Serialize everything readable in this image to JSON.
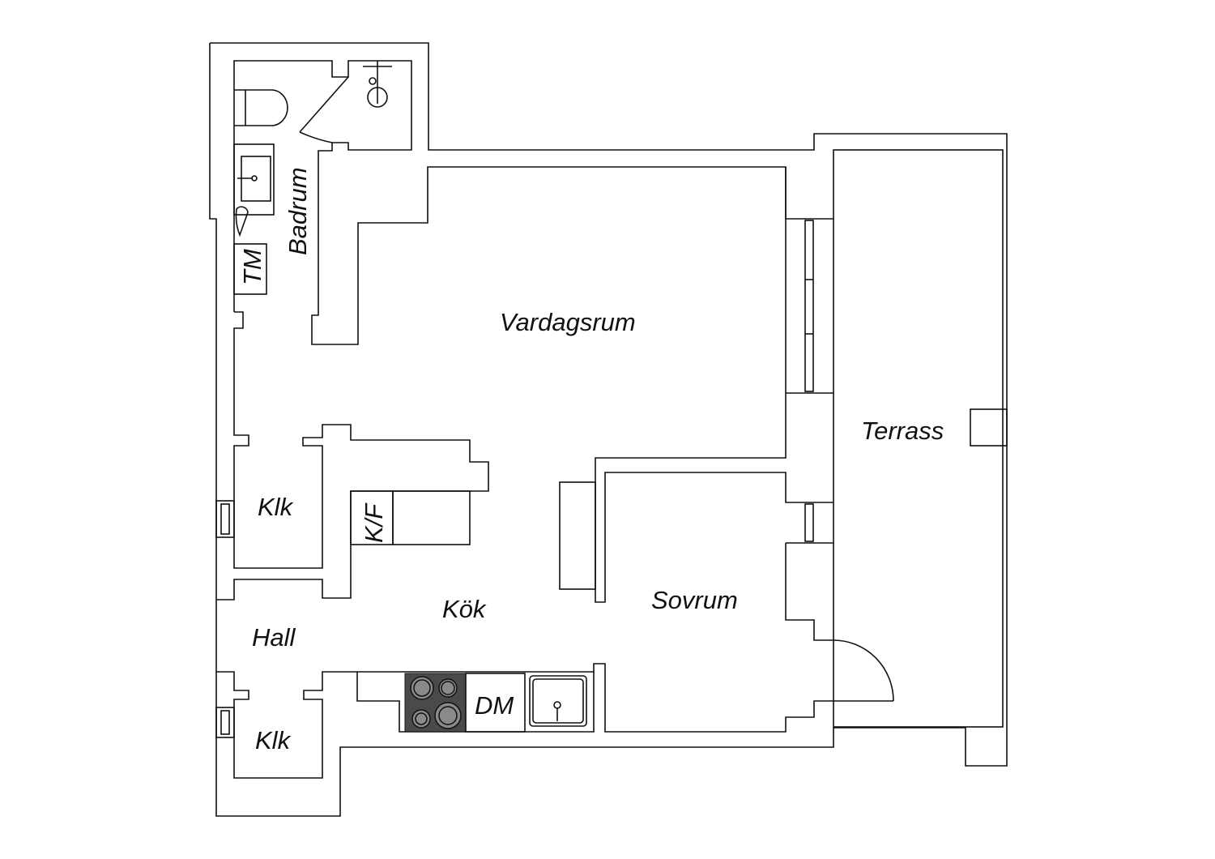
{
  "plan": {
    "rooms": {
      "badrum": "Badrum",
      "tm": "TM",
      "vardagsrum": "Vardagsrum",
      "terrass": "Terrass",
      "klk_upper": "Klk",
      "kf": "K/F",
      "kok": "Kök",
      "sovrum": "Sovrum",
      "hall": "Hall",
      "dm": "DM",
      "klk_lower": "Klk"
    },
    "colors": {
      "line": "#111111",
      "stove": "#4a4a4a",
      "burner": "#8a8a8a"
    }
  }
}
